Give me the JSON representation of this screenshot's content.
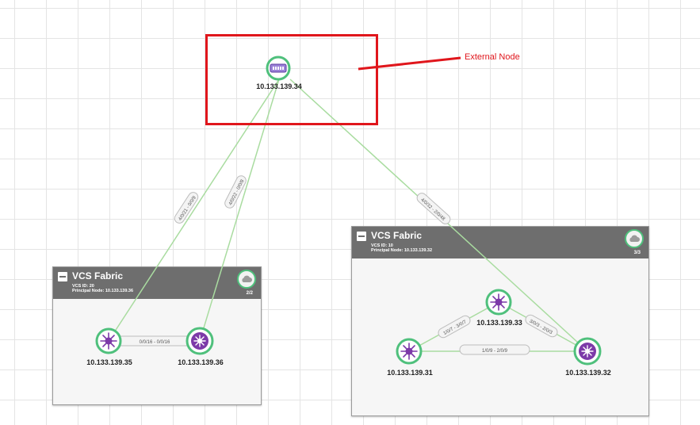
{
  "annotation": {
    "label": "External Node",
    "color": "#e0161c"
  },
  "external_node": {
    "label": "10.133.139.34"
  },
  "fabrics": [
    {
      "title": "VCS Fabric",
      "vcs_id": "VCS ID: 20",
      "principal": "Principal Node: 10.133.139.36",
      "count": "2/2",
      "nodes": [
        {
          "label": "10.133.139.35",
          "role": "switch-star-icon"
        },
        {
          "label": "10.133.139.36",
          "role": "switch-principal-icon"
        }
      ],
      "links": [
        {
          "label": "0/0/16 - 0/0/16"
        }
      ]
    },
    {
      "title": "VCS Fabric",
      "vcs_id": "VCS ID: 10",
      "principal": "Principal Node: 10.133.139.32",
      "count": "3/3",
      "nodes": [
        {
          "label": "10.133.139.33",
          "role": "switch-star-icon"
        },
        {
          "label": "10.133.139.31",
          "role": "switch-star-icon"
        },
        {
          "label": "10.133.139.32",
          "role": "switch-principal-icon"
        }
      ],
      "links": [
        {
          "label": "1/0/7 - 3/0/7"
        },
        {
          "label": "3/0/3 - 2/0/3"
        },
        {
          "label": "1/0/9 - 2/0/9"
        }
      ]
    }
  ],
  "external_links": [
    {
      "label": "4/0/21 - 0/0/9"
    },
    {
      "label": "4/0/22 - 0/0/8"
    },
    {
      "label": "4/0/32 - 2/0/48"
    }
  ],
  "colors": {
    "node_ring": "#4fc07c",
    "node_icon": "#7c3aa8",
    "link": "#a9dca0",
    "fabric_header": "#6e6e6e"
  }
}
